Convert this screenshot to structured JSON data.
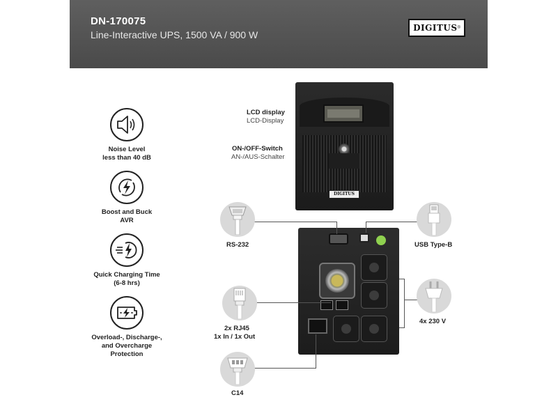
{
  "header": {
    "model": "DN-170075",
    "subtitle": "Line-Interactive UPS, 1500 VA / 900 W",
    "brand": "DIGITUS"
  },
  "features": [
    {
      "icon": "speaker-icon",
      "line1": "Noise Level",
      "line2": "less than 40 dB"
    },
    {
      "icon": "lightning-circle-icon",
      "line1": "Boost and Buck",
      "line2": "AVR"
    },
    {
      "icon": "fast-charge-icon",
      "line1": "Quick Charging Time",
      "line2": "(6-8 hrs)"
    },
    {
      "icon": "battery-protection-icon",
      "line1": "Overload-, Discharge-,",
      "line2": "and Overcharge",
      "line3": "Protection"
    }
  ],
  "front": {
    "lcd_en": "LCD display",
    "lcd_de": "LCD-Display",
    "switch_en": "ON-/OFF-Switch",
    "switch_de": "AN-/AUS-Schalter",
    "badge": "DIGITUS"
  },
  "ports": {
    "rs232": "RS-232",
    "usb": "USB Type-B",
    "rj45_1": "2x RJ45",
    "rj45_2": "1x In / 1x Out",
    "outlets": "4x 230 V",
    "c14": "C14"
  },
  "colors": {
    "header_bg": "#555555",
    "device": "#242424",
    "connector_bg": "#d9d9d9",
    "accent_green": "#8fd14f"
  }
}
